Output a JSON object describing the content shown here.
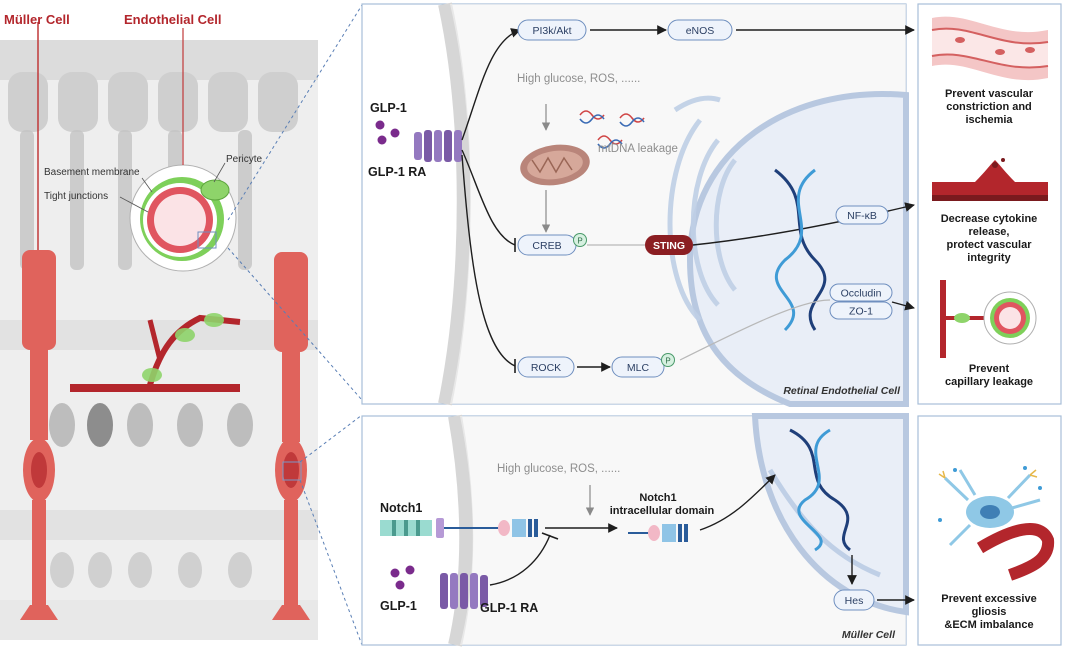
{
  "left_panel": {
    "muller_label": "Müller Cell",
    "endothelial_label": "Endothelial Cell",
    "basement_label": "Basement membrane",
    "tight_label": "Tight junctions",
    "pericyte_label": "Pericyte"
  },
  "top_panel": {
    "ligand_label": "GLP-1",
    "agonist_label": "GLP-1 RA",
    "stimulus_label": "High glucose, ROS, ......",
    "mtdna_label": "mtDNA leakage",
    "pi3k_label": "PI3k/Akt",
    "enos_label": "eNOS",
    "creb_label": "CREB",
    "p_label": "P",
    "sting_label": "STING",
    "nfkb_label": "NF-κB",
    "occludin_label": "Occludin",
    "zo1_label": "ZO-1",
    "rock_label": "ROCK",
    "mlc_label": "MLC",
    "cell_label": "Retinal Endothelial Cell"
  },
  "bottom_panel": {
    "stimulus_label": "High glucose, ROS, ......",
    "notch_label": "Notch1",
    "nicd_line1": "Notch1",
    "nicd_line2": "intracellular domain",
    "ligand_label": "GLP-1",
    "agonist_label": "GLP-1 RA",
    "hes_label": "Hes",
    "cell_label": "Müller Cell"
  },
  "outcomes": {
    "o1": [
      "Prevent vascular",
      "constriction and",
      "ischemia"
    ],
    "o2": [
      "Decrease cytokine",
      "release,",
      "protect vascular",
      "integrity"
    ],
    "o3": [
      "Prevent",
      "capillary leakage"
    ],
    "o4": [
      "Prevent excessive",
      "gliosis",
      "&ECM imbalance"
    ]
  },
  "colors": {
    "muller": "#e0635c",
    "vessel": "#b3262c",
    "pericyte": "#8ed46a",
    "receptor": "#7a5aa6",
    "dna": "#2a5c9a",
    "sting": "#8b1e22"
  }
}
